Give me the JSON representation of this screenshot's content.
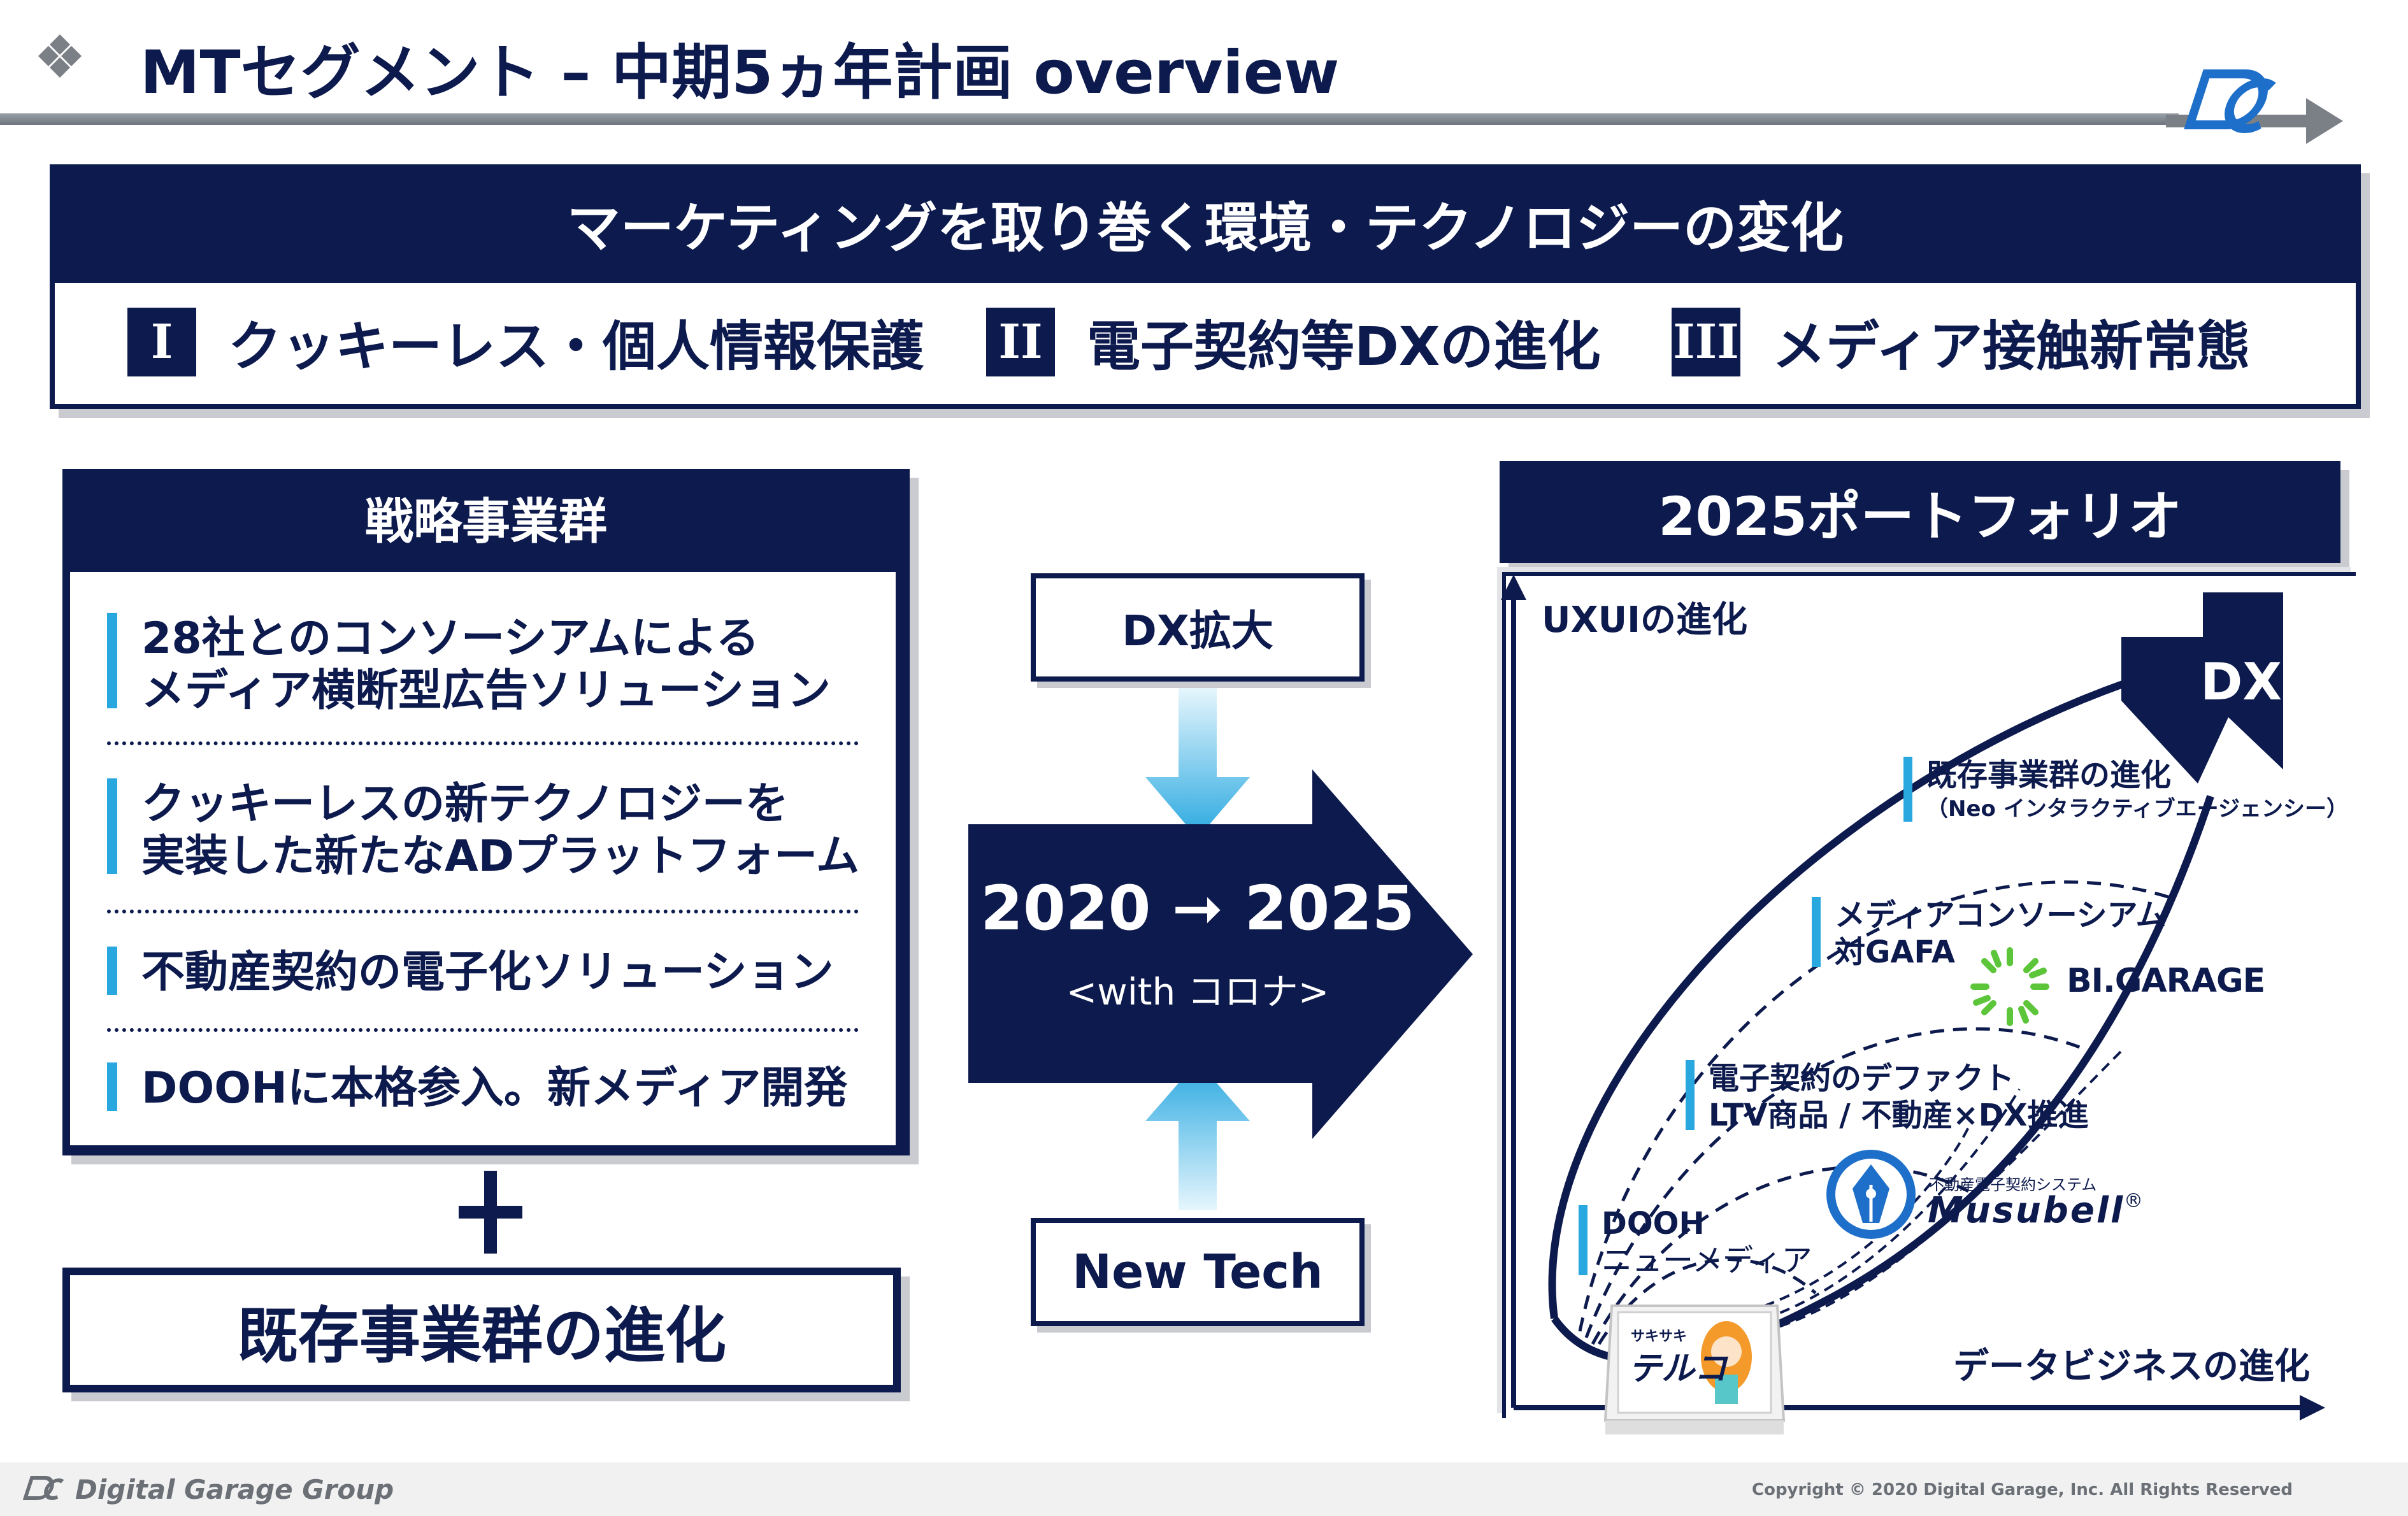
{
  "header": {
    "title": "MTセグメント – 中期5ヵ年計画 overview"
  },
  "environment": {
    "heading": "マーケティングを取り巻く環境・テクノロジーの変化",
    "items": [
      {
        "numeral": "I",
        "label": "クッキーレス・個人情報保護"
      },
      {
        "numeral": "II",
        "label": "電子契約等DXの進化"
      },
      {
        "numeral": "III",
        "label": "メディア接触新常態"
      }
    ]
  },
  "strategy": {
    "heading": "戦略事業群",
    "items": [
      {
        "line1": "28社とのコンソーシアムによる",
        "line2": "メディア横断型広告ソリューション"
      },
      {
        "line1": "クッキーレスの新テクノロジーを",
        "line2": "実装した新たなADプラットフォーム"
      },
      {
        "line1": "不動産契約の電子化ソリューション"
      },
      {
        "line1": "DOOHに本格参入。新メディア開発"
      }
    ],
    "plus": "+",
    "existing": "既存事業群の進化"
  },
  "middle": {
    "top_box": "DX拡大",
    "years": "2020 ➞ 2025",
    "subtitle": "<with コロナ>",
    "bottom_box": "New Tech"
  },
  "portfolio": {
    "heading": "2025ポートフォリオ",
    "y_axis": "UXUIの進化",
    "x_axis": "データビジネスの進化",
    "dx_label": "DX",
    "items": [
      {
        "title": "既存事業群の進化",
        "sub": "（Neo インタラクティブエージェンシー）"
      },
      {
        "title": "メディアコンソーシアム",
        "sub": "対GAFA"
      },
      {
        "title": "電子契約のデファクト",
        "sub": "LTV商品 / 不動産×DX推進"
      },
      {
        "title": "DOOH",
        "sub": "ニューメディア"
      }
    ],
    "bigarage_logo": "BI.GARAGE",
    "musubell_caption": "不動産電子契約システム",
    "musubell_name": "Musubell",
    "musubell_reg": "®",
    "sign_text_small": "サキサキ",
    "sign_text": "テルコ"
  },
  "footer": {
    "brand": "Digital Garage Group",
    "copyright": "Copyright © 2020 Digital Garage, Inc. All Rights Reserved"
  },
  "colors": {
    "navy": "#0d1a4d",
    "accent_blue": "#29a8e0",
    "gray": "#6b6f76"
  }
}
